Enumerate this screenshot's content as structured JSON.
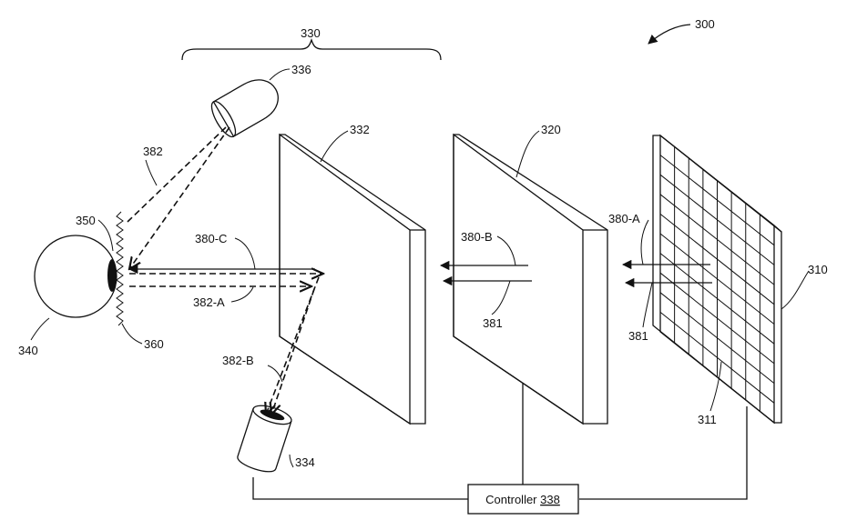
{
  "labels": {
    "fig": "300",
    "group": "330",
    "source": "336",
    "lens": "332",
    "panel": "320",
    "display": "310",
    "pixel": "311",
    "eye": "340",
    "cornea": "350",
    "eyepiece": "360",
    "ray_382": "382",
    "ray_380c": "380-C",
    "ray_382a": "382-A",
    "ray_382b": "382-B",
    "ray_380b": "380-B",
    "ray_381_mid": "381",
    "ray_380a": "380-A",
    "ray_381_right": "381",
    "camera": "334"
  },
  "controller": {
    "label": "Controller ",
    "ref": "338"
  }
}
